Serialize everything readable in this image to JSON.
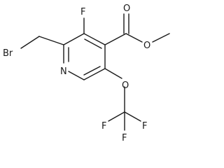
{
  "molecule": {
    "atoms": {
      "br": "Br",
      "f_ring": "F",
      "o_carbonyl": "O",
      "o_ester": "O",
      "n": "N",
      "o_ether": "O",
      "f_cf3_left": "F",
      "f_cf3_right": "F",
      "f_cf3_bottom": "F"
    }
  }
}
